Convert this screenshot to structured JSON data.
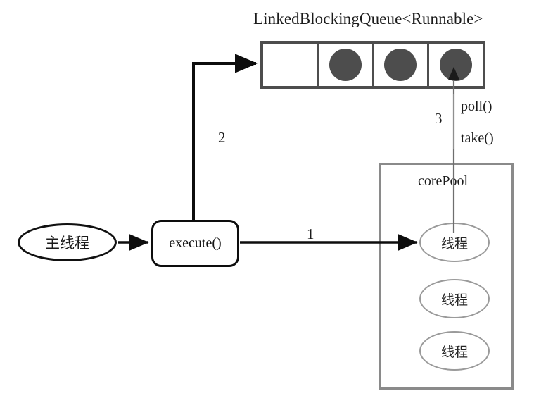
{
  "diagram": {
    "title": "LinkedBlockingQueue<Runnable>",
    "queue": {
      "label": "LinkedBlockingQueue<Runnable>",
      "cells": [
        {
          "name": "queue-cell-empty",
          "filled": false
        },
        {
          "name": "queue-cell-task-1",
          "filled": true
        },
        {
          "name": "queue-cell-task-2",
          "filled": true
        },
        {
          "name": "queue-cell-task-3",
          "filled": true
        }
      ],
      "fill_color": "#4d4d4d",
      "border_color": "#4d4d4d"
    },
    "main_thread": {
      "label": "主线程"
    },
    "execute_box": {
      "label": "execute()"
    },
    "core_pool": {
      "label": "corePool",
      "threads": [
        {
          "label": "线程"
        },
        {
          "label": "线程"
        },
        {
          "label": "线程"
        }
      ],
      "border_color": "#8a8a8a"
    },
    "edges": [
      {
        "name": "edge-main-to-execute",
        "label": ""
      },
      {
        "name": "edge-execute-to-thread",
        "label": "1"
      },
      {
        "name": "edge-execute-to-queue",
        "label": "2"
      },
      {
        "name": "edge-queue-to-thread",
        "label": "3"
      }
    ],
    "annotations": {
      "step_1": "1",
      "step_2": "2",
      "step_3": "3",
      "poll": "poll()",
      "take": "take()"
    }
  }
}
